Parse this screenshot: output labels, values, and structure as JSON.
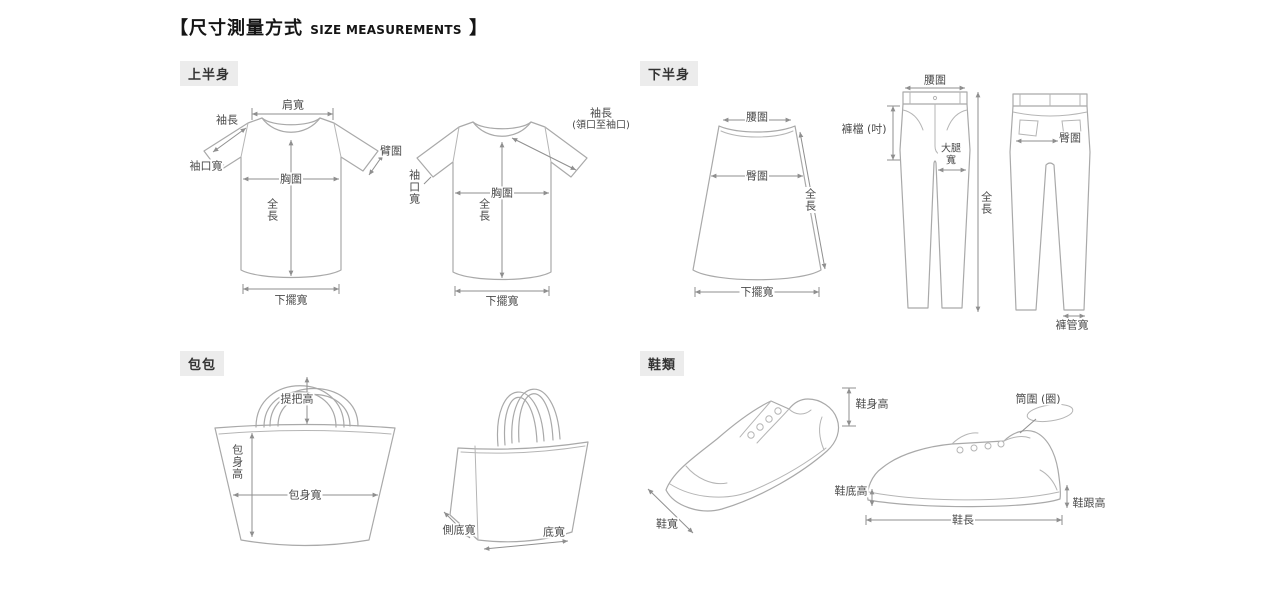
{
  "header": {
    "title_zh": "【尺寸測量方式",
    "title_en": "SIZE MEASUREMENTS",
    "title_close": "】"
  },
  "sections": {
    "upper_body": {
      "label": "上半身"
    },
    "lower_body": {
      "label": "下半身"
    },
    "bags": {
      "label": "包包"
    },
    "shoes": {
      "label": "鞋類"
    }
  },
  "tshirt_front": {
    "shoulder_width": "肩寬",
    "sleeve_length": "袖長",
    "arm_girth": "臂圍",
    "cuff_width": "袖口寬",
    "chest_girth": "胸圍",
    "total_length": "全長",
    "hem_width": "下擺寬"
  },
  "tshirt_alt": {
    "sleeve_length": "袖長",
    "sleeve_note": "(領口至袖口)",
    "cuff_width": "袖口寬",
    "chest_girth": "胸圍",
    "total_length": "全長",
    "hem_width": "下擺寬"
  },
  "skirt": {
    "waist_girth": "腰圍",
    "hip_girth": "臀圍",
    "total_length": "全長",
    "hem_width": "下擺寬"
  },
  "pants_front": {
    "waist_girth": "腰圍",
    "crotch": "褲檔 (吋)",
    "thigh_width": "大腿寬",
    "total_length": "全長"
  },
  "pants_back": {
    "hip_girth": "臀圍",
    "leg_opening_width": "褲管寬"
  },
  "tote_front": {
    "handle_height": "提把高",
    "body_height": "包身高",
    "body_width": "包身寬"
  },
  "tote_side": {
    "side_bottom_width": "側底寬",
    "bottom_width": "底寬"
  },
  "sneaker_tilted": {
    "body_height": "鞋身高",
    "shoe_width": "鞋寬"
  },
  "sneaker_side": {
    "shaft_girth": "筒圍 (圈)",
    "sole_height": "鞋底高",
    "heel_height": "鞋跟高",
    "shoe_length": "鞋長"
  },
  "colors": {
    "outline": "#a9a9a9",
    "measure": "#8f8f8f",
    "text": "#4b4b4b",
    "section_bg": "#ececec",
    "title": "#151515"
  }
}
